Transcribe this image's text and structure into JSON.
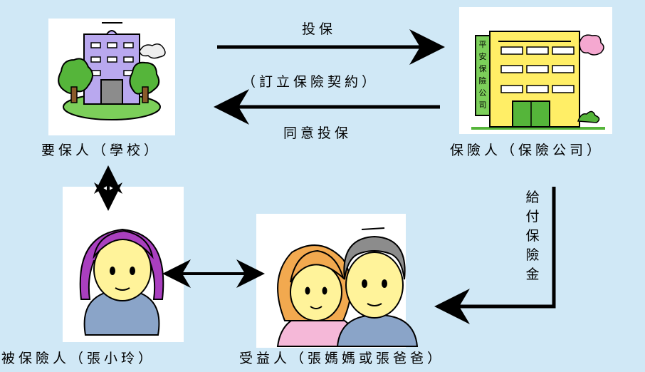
{
  "parties": {
    "policyholder": "要保人（學校）",
    "insurer": "保險人（保險公司）",
    "insured": "被保險人（張小玲）",
    "beneficiary": "受益人（張媽媽或張爸爸）"
  },
  "flows": {
    "apply": "投保",
    "contract": "（訂立保險契約）",
    "approve": "同意投保",
    "payout": "給付保險金"
  },
  "company_sign": "平安保險公司",
  "colors": {
    "background": "#d0e8f6",
    "card": "#ffffff",
    "arrow": "#000000",
    "school": "#b9a8ef",
    "tree": "#55b53a",
    "building": "#ffee66",
    "sign": "#7ccf5a",
    "hair_girl": "#a93fbf",
    "shirt": "#8aa4c8",
    "hair_mom": "#f2a94f",
    "hair_dad": "#8c8c8c",
    "skin": "#fff39a"
  }
}
